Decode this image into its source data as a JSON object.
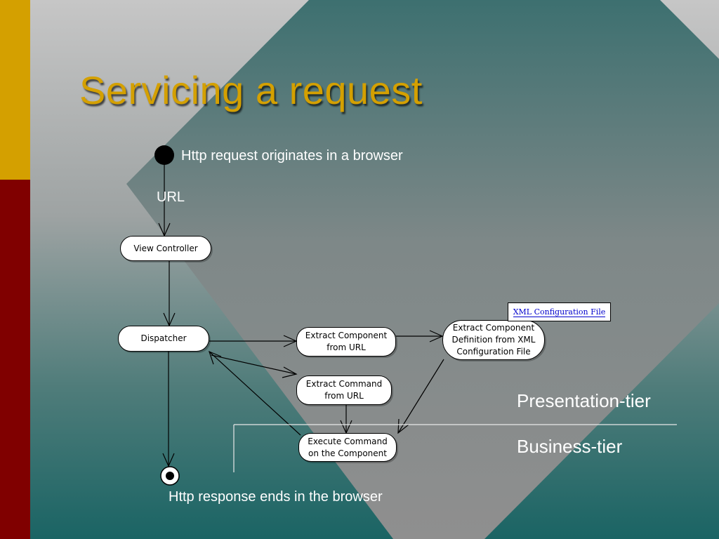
{
  "slide": {
    "title": "Servicing a request"
  },
  "diagram": {
    "start_label": "Http request originates in a browser",
    "url_label": "URL",
    "end_label": "Http response ends in the browser",
    "nodes": {
      "view_controller": "View Controller",
      "dispatcher": "Dispatcher",
      "extract_component_line1": "Extract Component",
      "extract_component_line2": "from URL",
      "extract_definition_line1": "Extract Component",
      "extract_definition_line2": "Definition from XML",
      "extract_definition_line3": "Configuration File",
      "extract_command_line1": "Extract Command",
      "extract_command_line2": "from URL",
      "execute_command_line1": "Execute Command",
      "execute_command_line2": "on the Component"
    },
    "note": "XML Configuration File",
    "tiers": {
      "presentation": "Presentation-tier",
      "business": "Business-tier"
    }
  },
  "colors": {
    "title": "#d4a000",
    "bar_top": "#d4a000",
    "bar_bottom": "#800000",
    "diamond": "#3f7272",
    "note_text": "#0000cc"
  }
}
